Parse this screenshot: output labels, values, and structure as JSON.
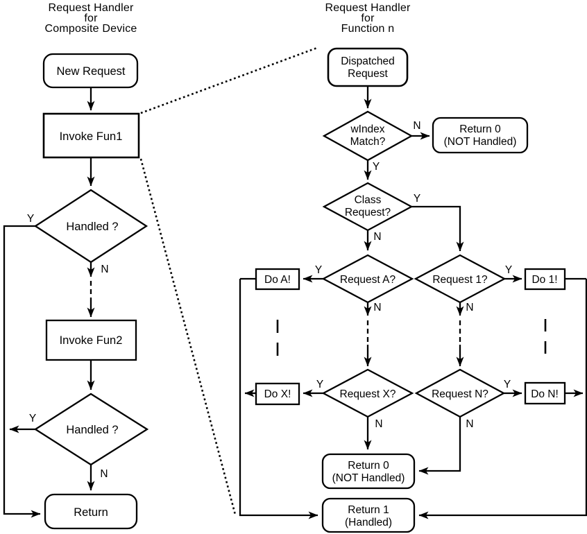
{
  "colors": {
    "ink": "#000000",
    "background": "#ffffff"
  },
  "labels": {
    "yes": "Y",
    "no": "N"
  },
  "left_chart": {
    "title_lines": [
      "Request Handler",
      "for",
      "Composite Device"
    ],
    "nodes": {
      "new_request": {
        "label": "New Request"
      },
      "invoke_fun1": {
        "label": "Invoke Fun1"
      },
      "handled_1": {
        "label": "Handled ?"
      },
      "invoke_fun2": {
        "label": "Invoke Fun2"
      },
      "handled_2": {
        "label": "Handled ?"
      },
      "return": {
        "label": "Return"
      }
    }
  },
  "right_chart": {
    "title_lines": [
      "Request Handler",
      "for",
      "Function n"
    ],
    "nodes": {
      "dispatched_request": {
        "lines": [
          "Dispatched",
          "Request"
        ]
      },
      "windex_match": {
        "lines": [
          "wIndex",
          "Match?"
        ]
      },
      "return_0_top": {
        "lines": [
          "Return 0",
          "(NOT Handled)"
        ]
      },
      "class_request": {
        "lines": [
          "Class",
          "Request?"
        ]
      },
      "request_a": {
        "label": "Request A?"
      },
      "request_1": {
        "label": "Request 1?"
      },
      "do_a": {
        "label": "Do A!"
      },
      "do_1": {
        "label": "Do 1!"
      },
      "request_x": {
        "label": "Request X?"
      },
      "request_n": {
        "label": "Request N?"
      },
      "do_x": {
        "label": "Do X!"
      },
      "do_n": {
        "label": "Do N!"
      },
      "return_0_bottom": {
        "lines": [
          "Return 0",
          "(NOT Handled)"
        ]
      },
      "return_1": {
        "lines": [
          "Return 1",
          "(Handled)"
        ]
      }
    }
  }
}
